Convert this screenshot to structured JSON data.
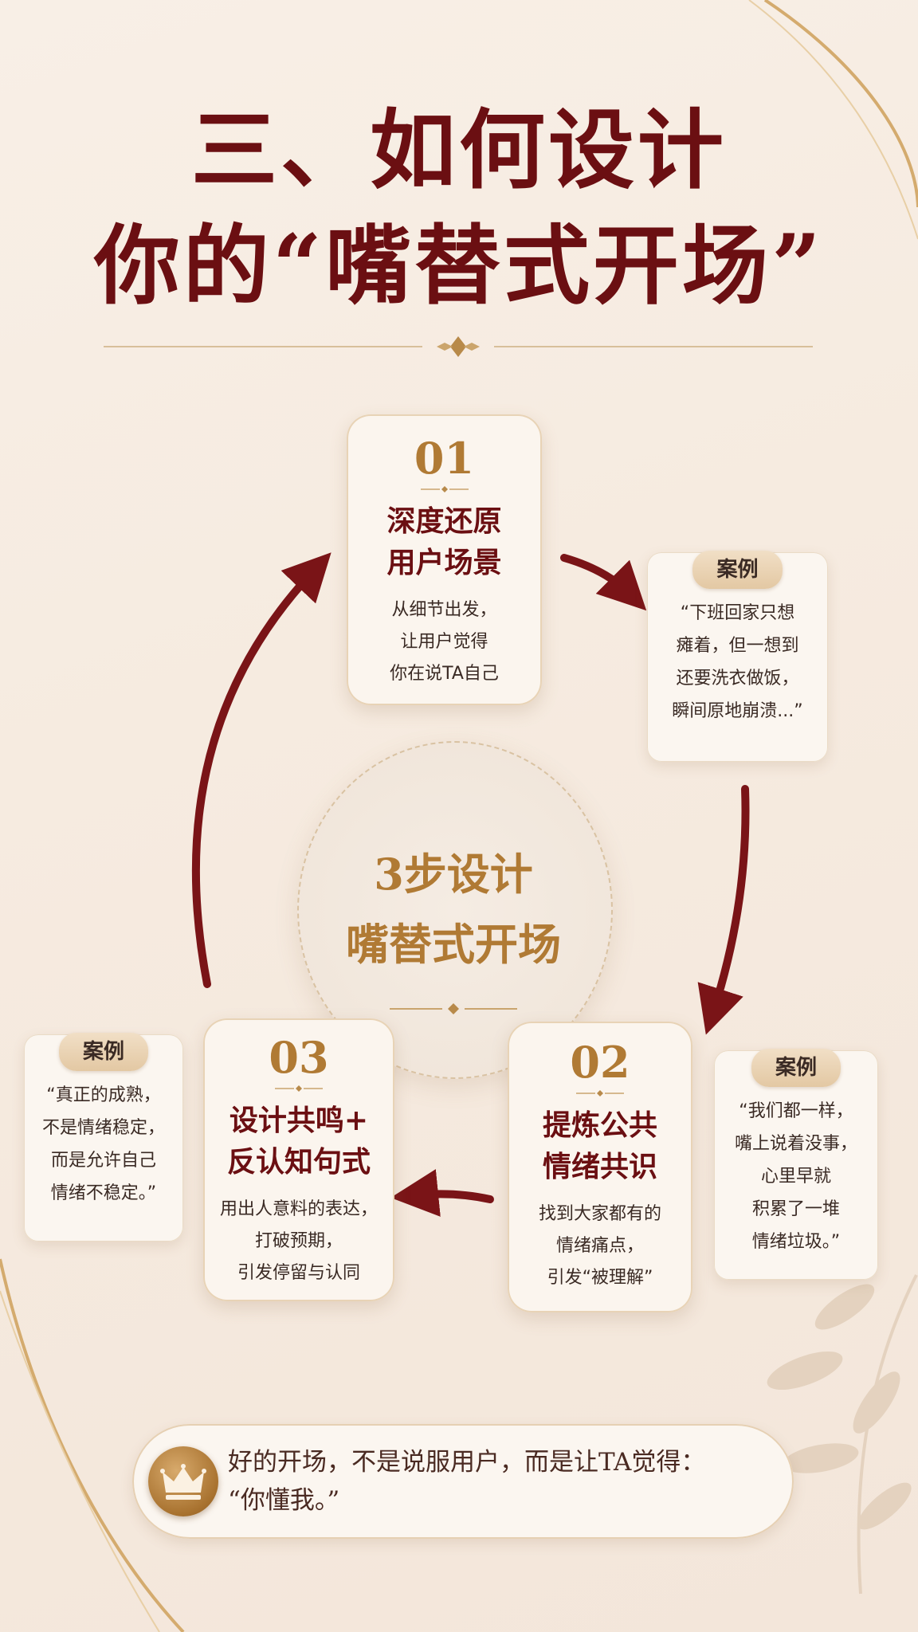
{
  "title": {
    "line1": "三、如何设计",
    "line2": "你的“嘴替式开场”"
  },
  "center": {
    "line1": "3步设计",
    "line2": "嘴替式开场"
  },
  "steps": [
    {
      "number": "01",
      "title": "深度还原\n用户场景",
      "desc": "从细节出发，\n让用户觉得\n你在说TA自己"
    },
    {
      "number": "02",
      "title": "提炼公共\n情绪共识",
      "desc": "找到大家都有的\n情绪痛点，\n引发“被理解”"
    },
    {
      "number": "03",
      "title": "设计共鸣+\n反认知句式",
      "desc": "用出人意料的表达，\n打破预期，\n引发停留与认同"
    }
  ],
  "cases": [
    {
      "label": "案例",
      "text": "“下班回家只想\n瘫着，但一想到\n还要洗衣做饭，\n瞬间原地崩溃...”"
    },
    {
      "label": "案例",
      "text": "“我们都一样，\n嘴上说着没事，\n心里早就\n积累了一堆\n情绪垃圾。”"
    },
    {
      "label": "案例",
      "text": "“真正的成熟，\n不是情绪稳定，\n而是允许自己\n情绪不稳定。”"
    }
  ],
  "bottom": {
    "text": "好的开场，不是说服用户，而是让TA觉得：\n“你懂我。”",
    "icon": "crown-icon"
  },
  "colors": {
    "accent_red": "#6b0f12",
    "gold": "#b07a34",
    "background": "#f6ebe0"
  }
}
